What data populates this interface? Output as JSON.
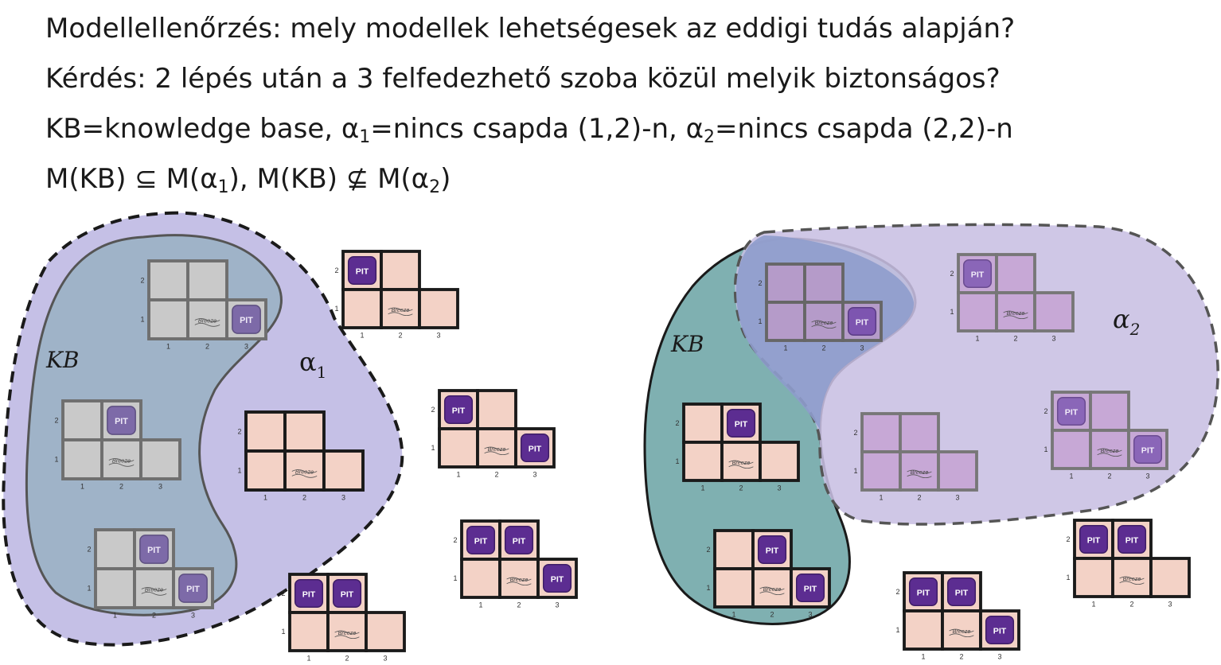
{
  "header": {
    "line1": "Modellellenőrzés: mely modellek lehetségesek az eddigi tudás alapján?",
    "line2": "Kérdés: 2 lépés után a 3 felfedezhető szoba közül melyik biztonságos?",
    "line3": {
      "a": "KB=knowledge base, α",
      "sub1": "1",
      "b": "=nincs csapda (1,2)-n, α",
      "sub2": "2",
      "c": "=nincs csapda (2,2)-n"
    },
    "line4": {
      "a": "M(KB) ⊆ M(α",
      "sub1": "1",
      "b": "), M(KB) ⊈ M(α",
      "sub2": "2",
      "c": ")"
    }
  },
  "diagram": {
    "left_labels": {
      "kb": "KB",
      "alpha": "α",
      "alpha_sub": "1"
    },
    "right_labels": {
      "kb": "KB",
      "alpha": "α",
      "alpha_sub": "2"
    },
    "cell_texts": {
      "pit": "PIT",
      "breeze": "Breeze"
    },
    "axis": {
      "x": [
        "1",
        "2",
        "3"
      ],
      "y": [
        "1",
        "2"
      ]
    },
    "colors": {
      "kb_fill": "#9fb3c8",
      "alpha1_fill": "#c5c0e6",
      "kb_right_fill": "#7fb0b1",
      "alpha2_fill": "#c8bfe3",
      "overlap_fill": "#8e9ccc",
      "room_pink": "#f3d2c6",
      "pit_purple": "#5c2d91",
      "grey_room": "#c9c9c9"
    },
    "left_models": [
      {
        "pits": [
          "3,1"
        ],
        "region": "kb"
      },
      {
        "pits": [
          "2,2"
        ],
        "region": "kb"
      },
      {
        "pits": [
          "2,2",
          "3,1"
        ],
        "region": "kb"
      },
      {
        "pits": [],
        "region": "alpha1"
      },
      {
        "pits": [
          "1,2"
        ],
        "region": "out"
      },
      {
        "pits": [
          "1,2",
          "3,1"
        ],
        "region": "out"
      },
      {
        "pits": [
          "1,2",
          "2,2"
        ],
        "region": "out"
      },
      {
        "pits": [
          "1,2",
          "2,2",
          "3,1"
        ],
        "region": "out"
      }
    ],
    "right_models": [
      {
        "pits": [
          "3,1"
        ],
        "region": "overlap"
      },
      {
        "pits": [
          "2,2"
        ],
        "region": "kb"
      },
      {
        "pits": [
          "2,2",
          "3,1"
        ],
        "region": "kb"
      },
      {
        "pits": [
          "1,2"
        ],
        "region": "alpha2"
      },
      {
        "pits": [
          "1,2",
          "3,1"
        ],
        "region": "alpha2"
      },
      {
        "pits": [],
        "region": "alpha2"
      },
      {
        "pits": [
          "1,2",
          "2,2"
        ],
        "region": "out"
      },
      {
        "pits": [
          "1,2",
          "2,2",
          "3,1"
        ],
        "region": "out"
      }
    ]
  }
}
